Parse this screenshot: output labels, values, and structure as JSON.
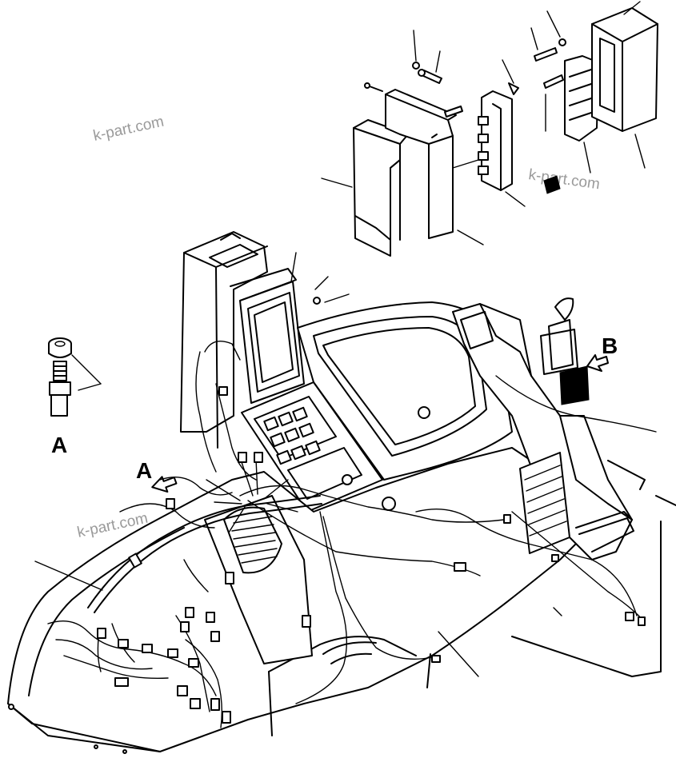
{
  "watermark": "k-part.com",
  "view_labels": {
    "a_detail": "A",
    "a_arrow": "A",
    "b_arrow": "B"
  }
}
